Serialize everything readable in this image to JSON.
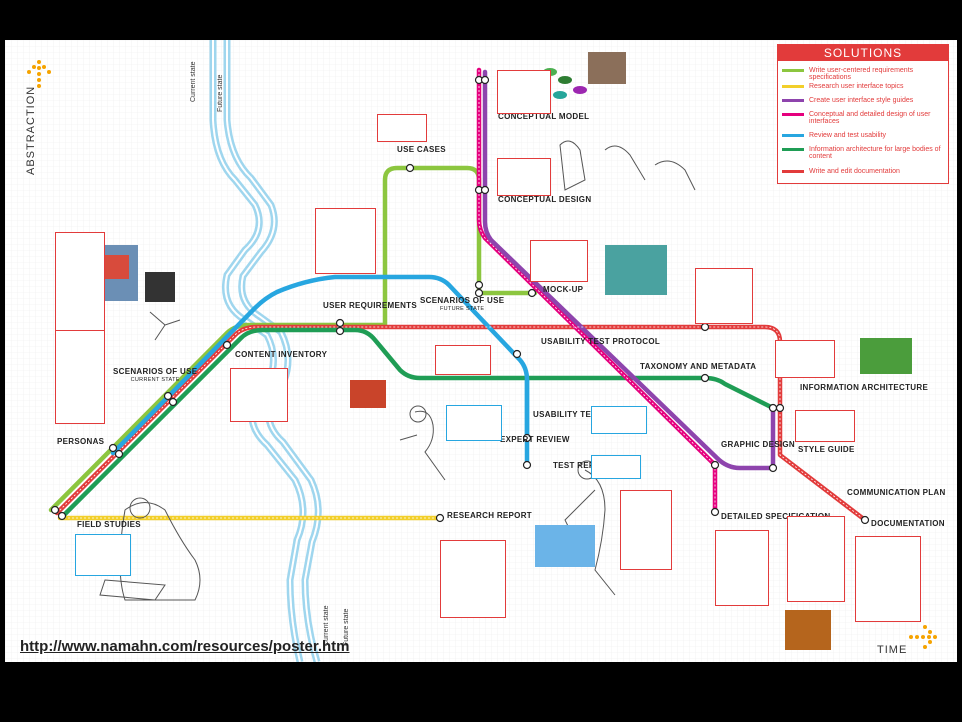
{
  "poster": {
    "url": "http://www.namahn.com/resources/poster.htm",
    "axis_y": "ABSTRACTION",
    "axis_x": "TIME",
    "current_state_top": "Current state",
    "future_state_top": "Future state",
    "current_state_bottom": "Current state",
    "future_state_bottom": "Future state"
  },
  "solutions": {
    "title": "SOLUTIONS",
    "items": [
      {
        "label": "Write user-centered requirements specifications",
        "color": "#8cc63f"
      },
      {
        "label": "Research user interface topics",
        "color": "#f2cf2a"
      },
      {
        "label": "Create user interface style guides",
        "color": "#8e44ad"
      },
      {
        "label": "Conceptual and detailed design of user interfaces",
        "color": "#e5007e"
      },
      {
        "label": "Review and test usability",
        "color": "#27a6e0"
      },
      {
        "label": "Information architecture for large bodies of content",
        "color": "#1f9d55"
      },
      {
        "label": "Write and edit documentation",
        "color": "#e23b3b"
      }
    ]
  },
  "stations": {
    "field_studies": "FIELD STUDIES",
    "personas": "PERSONAS",
    "scenarios_current": "SCENARIOS OF USE",
    "scenarios_current_sub": "CURRENT STATE",
    "content_inventory": "CONTENT INVENTORY",
    "user_requirements": "USER REQUIREMENTS",
    "use_cases": "USE CASES",
    "scenarios_future": "SCENARIOS OF USE",
    "scenarios_future_sub": "FUTURE STATE",
    "conceptual_model": "CONCEPTUAL MODEL",
    "conceptual_design": "CONCEPTUAL DESIGN",
    "mock_up": "MOCK-UP",
    "usability_test_protocol": "USABILITY TEST PROTOCOL",
    "usability_test": "USABILITY TEST",
    "expert_review": "EXPERT REVIEW",
    "test_report": "TEST REPORT",
    "research_report": "RESEARCH REPORT",
    "taxonomy": "TAXONOMY AND METADATA",
    "information_architecture": "INFORMATION ARCHITECTURE",
    "graphic_design": "GRAPHIC DESIGN",
    "style_guide": "STYLE GUIDE",
    "detailed_specification": "DETAILED SPECIFICATION",
    "communication_plan": "COMMUNICATION PLAN",
    "documentation": "DOCUMENTATION"
  }
}
